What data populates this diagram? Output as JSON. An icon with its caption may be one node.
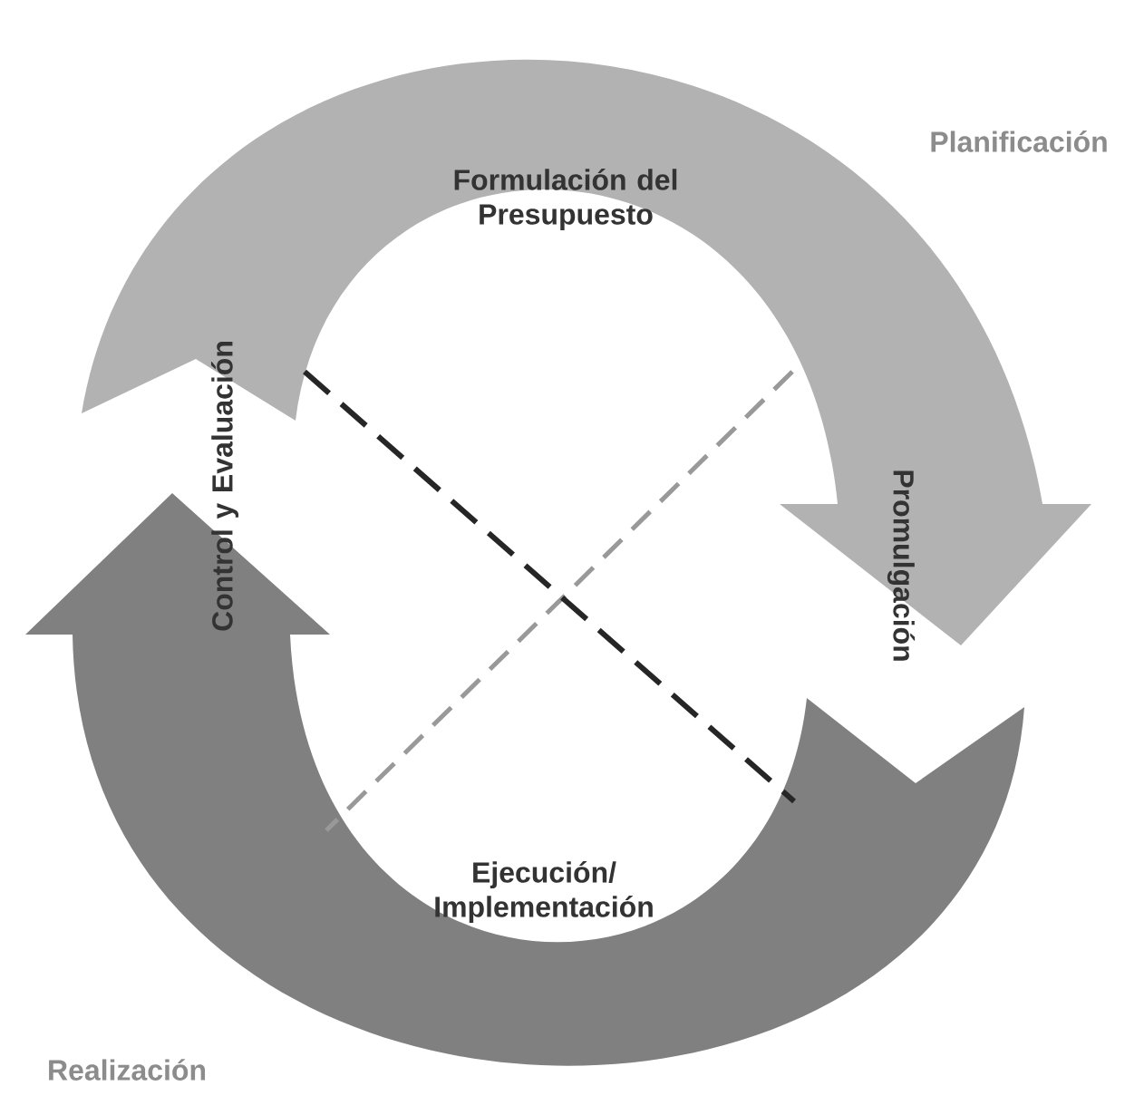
{
  "diagram": {
    "labels": [
      "Planificación",
      "Formulación del Presupuesto",
      "Control y Evaluación",
      "Promulgación",
      "Ejecución/ Implementación",
      "Realización"
    ]
  }
}
